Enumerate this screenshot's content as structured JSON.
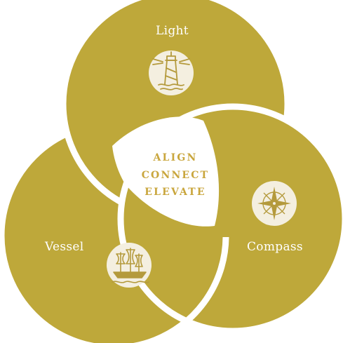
{
  "diagram": {
    "colors": {
      "gold": "#bea83a",
      "badge": "#f4efe0",
      "icon": "#b49a3c",
      "center_text": "#c9a63d",
      "background": "#ffffff"
    },
    "circles": [
      {
        "label": "Light",
        "icon": "lighthouse-icon"
      },
      {
        "label": "Vessel",
        "icon": "ship-icon"
      },
      {
        "label": "Compass",
        "icon": "compass-rose-icon"
      }
    ],
    "center_words": [
      "ALIGN",
      "CONNECT",
      "ELEVATE"
    ]
  }
}
